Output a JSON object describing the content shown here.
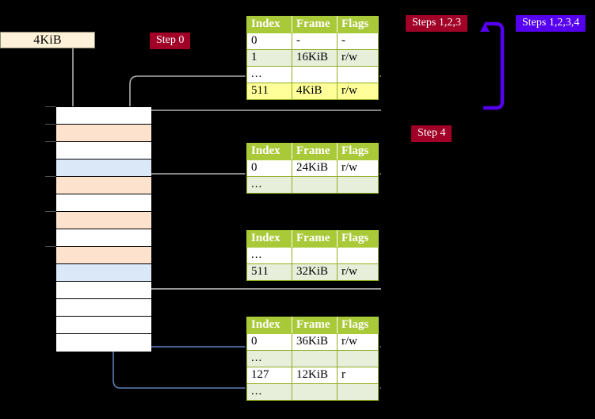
{
  "labels": {
    "kib_box": "4KiB",
    "step0": "Step 0",
    "steps123": "Steps 1,2,3",
    "steps1234": "Steps 1,2,3,4",
    "step4": "Step 4"
  },
  "colors": {
    "badge_red": "#a10127",
    "badge_blue": "#5500ee",
    "table_header_green": "#a9c938",
    "table_row_alt": "#e7eeda",
    "row_highlight": "#ffff99",
    "mem_peach": "#fde2cd",
    "mem_blue": "#dbe8f8",
    "kib_box_bg": "#fdf2d9",
    "gray_wire": "#b0b0b0",
    "blue_wire": "#5b7fb5"
  },
  "tables": [
    {
      "name": "page-table-level-0",
      "headers": {
        "index": "Index",
        "frame": "Frame",
        "flags": "Flags"
      },
      "rows": [
        {
          "index": "0",
          "frame": "-",
          "flags": "-",
          "style": "plain"
        },
        {
          "index": "1",
          "frame": "16KiB",
          "flags": "r/w",
          "style": "alt"
        },
        {
          "index": "...",
          "frame": "",
          "flags": "",
          "style": "plain"
        },
        {
          "index": "511",
          "frame": "4KiB",
          "flags": "r/w",
          "style": "hl"
        }
      ]
    },
    {
      "name": "page-table-level-1",
      "headers": {
        "index": "Index",
        "frame": "Frame",
        "flags": "Flags"
      },
      "rows": [
        {
          "index": "0",
          "frame": "24KiB",
          "flags": "r/w",
          "style": "plain"
        },
        {
          "index": "...",
          "frame": "",
          "flags": "",
          "style": "alt"
        }
      ]
    },
    {
      "name": "page-table-level-2",
      "headers": {
        "index": "Index",
        "frame": "Frame",
        "flags": "Flags"
      },
      "rows": [
        {
          "index": "...",
          "frame": "",
          "flags": "",
          "style": "plain"
        },
        {
          "index": "511",
          "frame": "32KiB",
          "flags": "r/w",
          "style": "alt"
        }
      ]
    },
    {
      "name": "page-table-level-3",
      "headers": {
        "index": "Index",
        "frame": "Frame",
        "flags": "Flags"
      },
      "rows": [
        {
          "index": "0",
          "frame": "36KiB",
          "flags": "r/w",
          "style": "plain"
        },
        {
          "index": "...",
          "frame": "",
          "flags": "",
          "style": "alt"
        },
        {
          "index": "127",
          "frame": "12KiB",
          "flags": "r",
          "style": "plain"
        },
        {
          "index": "...",
          "frame": "",
          "flags": "",
          "style": "alt"
        }
      ]
    }
  ],
  "memory_column": {
    "name": "physical-memory-frames",
    "rows": [
      {
        "fill": "white"
      },
      {
        "fill": "peach"
      },
      {
        "fill": "white"
      },
      {
        "fill": "blue"
      },
      {
        "fill": "peach"
      },
      {
        "fill": "white"
      },
      {
        "fill": "peach"
      },
      {
        "fill": "white"
      },
      {
        "fill": "peach"
      },
      {
        "fill": "blue"
      },
      {
        "fill": "white"
      },
      {
        "fill": "white"
      },
      {
        "fill": "white"
      },
      {
        "fill": "white"
      }
    ],
    "tick_rows": [
      0,
      1,
      2,
      4,
      6,
      8
    ]
  }
}
